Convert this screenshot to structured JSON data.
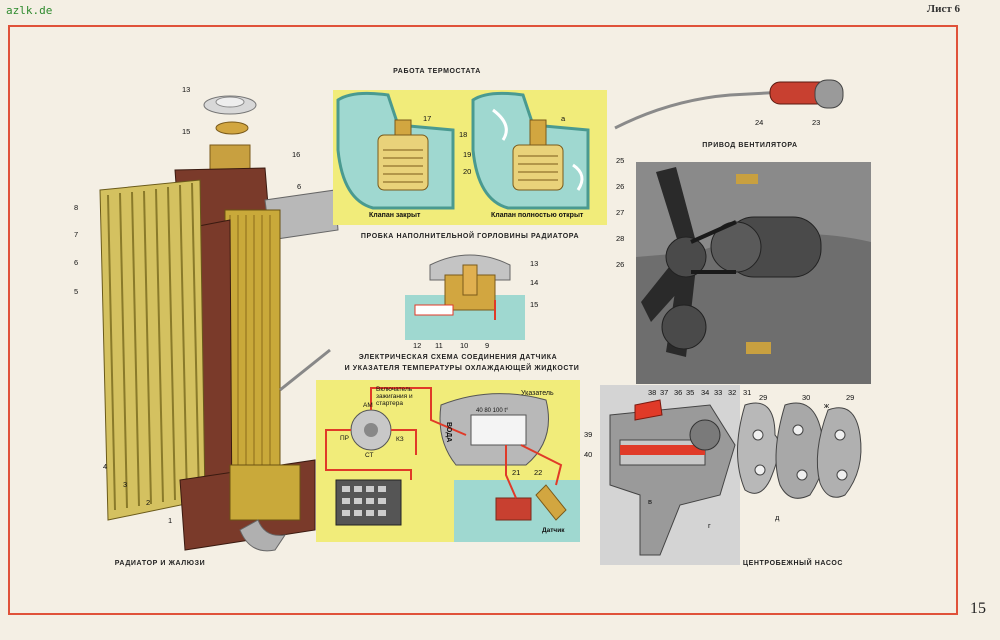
{
  "site": "azlk.de",
  "sheet_label": "Лист 6",
  "page_number": "15",
  "captions": {
    "thermostat": "РАБОТА ТЕРМОСТАТА",
    "valve_closed": "Клапан закрыт",
    "valve_open": "Клапан полностью открыт",
    "filler_cap": "ПРОБКА НАПОЛНИТЕЛЬНОЙ ГОРЛОВИНЫ РАДИАТОРА",
    "electric_line1": "ЭЛЕКТРИЧЕСКАЯ СХЕМА СОЕДИНЕНИЯ ДАТЧИКА",
    "electric_line2": "И УКАЗАТЕЛЯ ТЕМПЕРАТУРЫ ОХЛАЖДАЮЩЕЙ ЖИДКОСТИ",
    "fan_drive": "ПРИВОД ВЕНТИЛЯТОРА",
    "radiator": "РАДИАТОР И ЖАЛЮЗИ",
    "pump": "ЦЕНТРОБЕЖНЫЙ НАСОС"
  },
  "schematic": {
    "switch_label": "Включатель зажигания и стартера",
    "indicator_label": "Указатель",
    "sensor_label": "Датчик",
    "terminal_am": "АМ",
    "terminal_pr": "ПР",
    "terminal_st": "СТ",
    "terminal_kz": "КЗ",
    "gauge_word": "ВОДА",
    "gauge_scale": "40  80  100 t°"
  },
  "radiator_callouts": [
    "13",
    "15",
    "16",
    "6",
    "8",
    "7",
    "6",
    "5",
    "4",
    "3",
    "2",
    "1"
  ],
  "thermostat_callouts": [
    "17",
    "18",
    "19",
    "20",
    "a"
  ],
  "cap_callouts": [
    "13",
    "14",
    "15",
    "12",
    "11",
    "10",
    "9"
  ],
  "sensor_callouts": [
    "21",
    "22"
  ],
  "fan_callouts": [
    "24",
    "23",
    "25",
    "26",
    "27",
    "28",
    "26"
  ],
  "pump_callouts": [
    "38",
    "37",
    "36",
    "35",
    "34",
    "33",
    "32",
    "31",
    "29",
    "30",
    "ж",
    "29",
    "39",
    "40",
    "в",
    "г",
    "д"
  ],
  "colors": {
    "frame": "#e0523a",
    "panel_yellow": "#f1ec7a",
    "coolant": "#9fd8d0",
    "radiator_core": "#c9a93a",
    "tank": "#7a3a2a",
    "wire": "#e03a28"
  }
}
